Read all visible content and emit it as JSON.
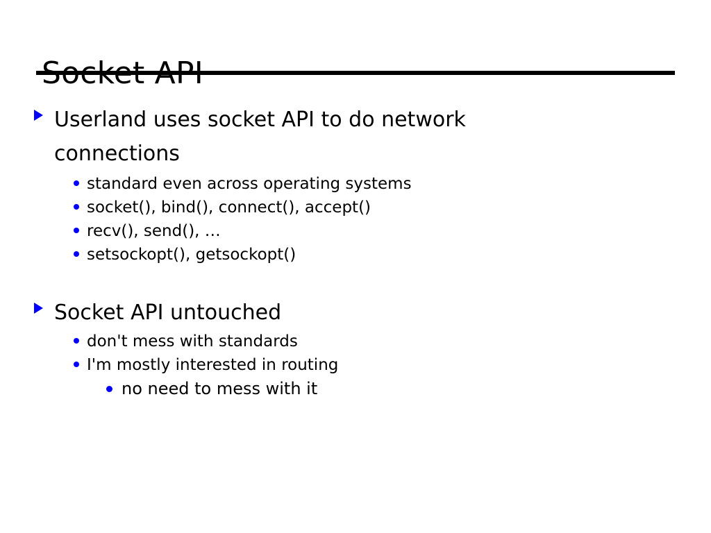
{
  "slide": {
    "title": "Socket API",
    "colors": {
      "background": "#ffffff",
      "text": "#000000",
      "bullet": "#0000ff",
      "rule": "#000000"
    },
    "blocks": [
      {
        "level": 1,
        "marker": "triangle-right-bullet",
        "text": "Userland uses socket API to do network connections"
      },
      {
        "level": 2,
        "marker": "dot-bullet",
        "text": "standard even across operating systems"
      },
      {
        "level": 2,
        "marker": "dot-bullet",
        "text": "socket(), bind(), connect(), accept()"
      },
      {
        "level": 2,
        "marker": "dot-bullet",
        "text": "recv(), send(), …"
      },
      {
        "level": 2,
        "marker": "dot-bullet",
        "text": "setsockopt(), getsockopt()"
      },
      {
        "level": 1,
        "marker": "triangle-right-bullet",
        "text": "Socket API untouched"
      },
      {
        "level": 2,
        "marker": "dot-bullet",
        "text": "don't mess with standards"
      },
      {
        "level": 2,
        "marker": "dot-bullet",
        "text": "I'm mostly interested in routing"
      },
      {
        "level": 3,
        "marker": "dot-bullet",
        "text": "no need to mess with it"
      }
    ]
  }
}
